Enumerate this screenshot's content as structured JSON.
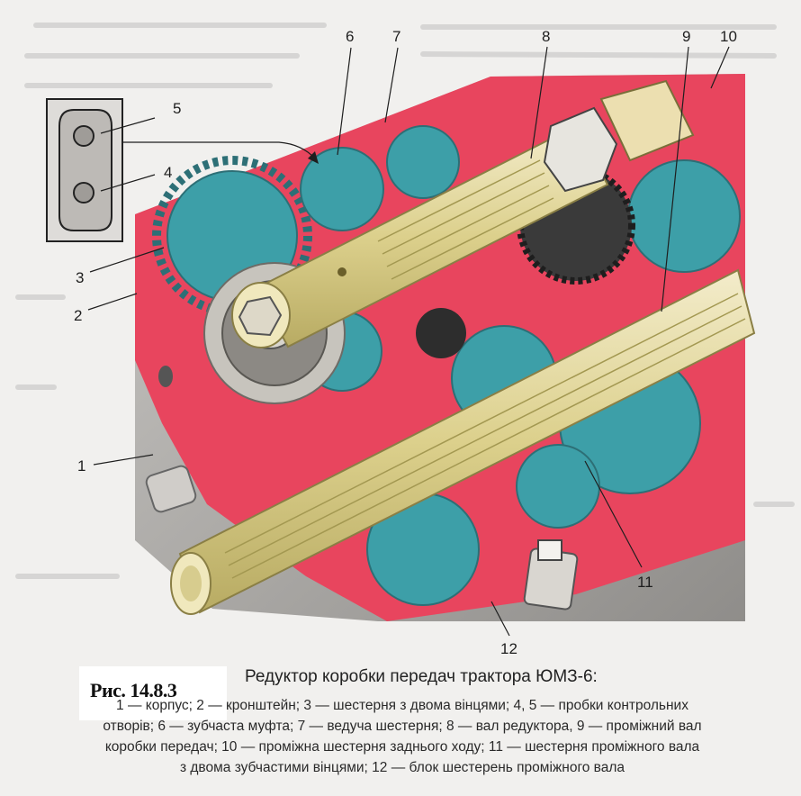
{
  "figure": {
    "callouts": [
      "1",
      "2",
      "3",
      "4",
      "5",
      "6",
      "7",
      "8",
      "9",
      "10",
      "11",
      "12"
    ],
    "label": "Рис. 14.8.3",
    "title": "Редуктор коробки передач трактора ЮМЗ-6:",
    "caption_lines": [
      "1 — корпус; 2 — кронштейн; 3 — шестерня з двома вінцями; 4, 5 — пробки контрольних",
      "отворів; 6 — зубчаста муфта; 7 — ведуча шестерня; 8 — вал редуктора, 9 — проміжний вал",
      "коробки передач; 10 — проміжна шестерня заднього ходу; 11 — шестерня проміжного вала",
      "з двома зубчастими вінцями; 12 — блок шестерень проміжного вала"
    ]
  },
  "colors": {
    "housing_red": "#e8455e",
    "gear_teal": "#3d9fa8",
    "shaft_yellow": "#e3d89a",
    "casing_grey": "#a7a5a2",
    "background": "#f1f0ee"
  }
}
